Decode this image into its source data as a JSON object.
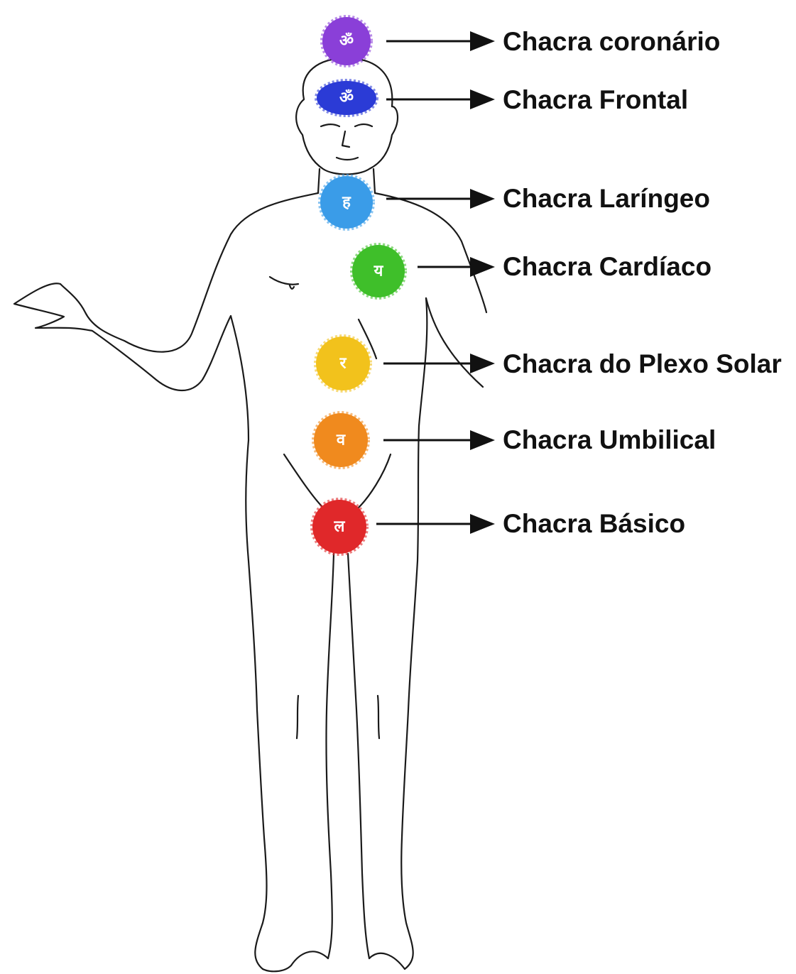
{
  "chakras": [
    {
      "label": "Chacra coronário",
      "color": "#8a3fd8",
      "icon": "crown-chakra-icon"
    },
    {
      "label": "Chacra Frontal",
      "color": "#2b3bd6",
      "icon": "third-eye-chakra-icon"
    },
    {
      "label": "Chacra Laríngeo",
      "color": "#3a9ce8",
      "icon": "throat-chakra-icon"
    },
    {
      "label": "Chacra Cardíaco",
      "color": "#3fbf2a",
      "icon": "heart-chakra-icon"
    },
    {
      "label": "Chacra do Plexo Solar",
      "color": "#f2c21c",
      "icon": "solar-plexus-chakra-icon"
    },
    {
      "label": "Chacra Umbilical",
      "color": "#f08a1e",
      "icon": "sacral-chakra-icon"
    },
    {
      "label": "Chacra Básico",
      "color": "#e0282a",
      "icon": "root-chakra-icon"
    }
  ]
}
